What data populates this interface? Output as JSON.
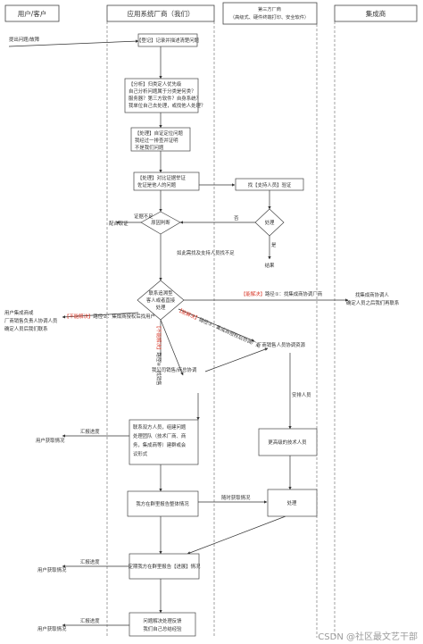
{
  "lanes": {
    "customer": "用户/客户",
    "vendor": "应用系统厂商（我们）",
    "third_party": [
      "第三方厂商",
      "（高级式、硬件终端打印、安全软件）"
    ],
    "integrator": "集成商"
  },
  "nodes": {
    "n_register": [
      "【登记】记录并描述清楚问题"
    ],
    "n_analyze": [
      "【分析】归类定人优先级",
      "自己分析问题属于分类是何类？",
      "服务器？第三方软件？自身系统？",
      "我单位自己去处理，或找他人处理？"
    ],
    "n_self": [
      "【处理】自证定位问题",
      "我经过一排查并证明",
      "不是我们问题"
    ],
    "n_evidence": [
      "【处理】对比证据举证",
      "佐证是他人的问题"
    ],
    "n_find_support": [
      "找【支持人员】验证"
    ],
    "n_judge": [
      "原因判断"
    ],
    "n_handle_tp": [
      "处理"
    ],
    "n_result": [
      "结果"
    ],
    "n_contact": [
      "联系追溯型",
      "客人或者直接",
      "处理"
    ],
    "n_contact_team": [
      "联系双方人员，组建问题",
      "处理团队（技术厂商、商",
      "务，集成商等）建群或会",
      "议形式"
    ],
    "n_tech": [
      "更高级的技术人员"
    ],
    "n_report": [
      "我方在群里报告整体情况"
    ],
    "n_handle2": [
      "处理"
    ],
    "n_progress": [
      "定期我方在群里报告【进展】情况"
    ],
    "n_summary": [
      "问题解决处理反馈",
      "我们自己总结经验"
    ]
  },
  "labels": {
    "l_report_issue": "提出问题/故障",
    "l_cooperate": "配合取证",
    "l_evidence_insufficient": "证据不足",
    "l_yes": "否",
    "l_no": "是",
    "l_insufficient": "如此需找及支持人员找不足",
    "l_can_solve1_hl": "【能解决】",
    "l_can_solve1": "路径①：找集成商协调厂商",
    "l_integrator_side": [
      "找集成商协调人",
      "确定人员之后我们再联系"
    ],
    "l_cannot_solve_hl": "【不能解决】",
    "l_cannot_solve": "路径②：集成商授权后找用户",
    "l_customer_side": [
      "用户集成商或",
      "厂商销售负责人协调人员",
      "确定人员后我们联系"
    ],
    "l_can_solve2_hl": "【能解决】",
    "l_can_solve2": "路径③：集成商授权后协调厂商",
    "l_cannot_solve3_hl": "【不能解决】",
    "l_cannot_solve3": "路径④：找销售",
    "l_vendor_sales": "厂商销售人员协调资源",
    "l_sales_coord": "我公司销售/商总协调",
    "l_assign": "安排人员",
    "l_feedback1": "汇报进度",
    "l_get_status1": "用户获取情况",
    "l_get_status2": "随时获取情况",
    "l_feedback2": "汇报进度",
    "l_get_status3": "用户获取情况",
    "l_feedback3": "汇报进度",
    "l_get_status4": "用户获取情况"
  },
  "watermark": "CSDN @社区最文艺干部"
}
